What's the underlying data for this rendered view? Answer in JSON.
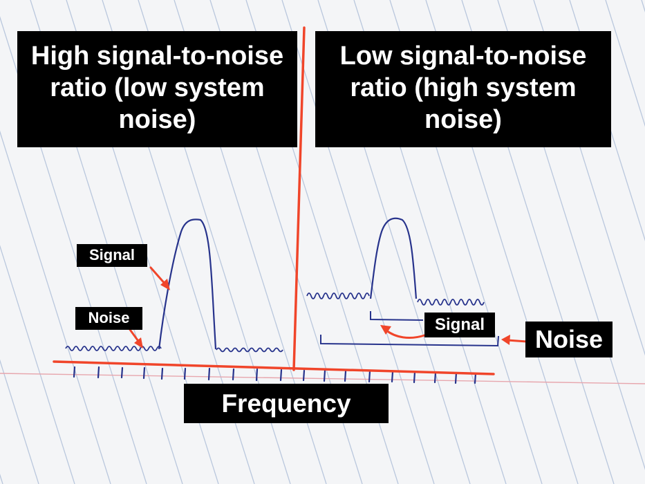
{
  "labels": {
    "left_title": "High signal-to-noise ratio (low system noise)",
    "right_title": "Low signal-to-noise ratio (high system noise)",
    "left_signal": "Signal",
    "left_noise": "Noise",
    "right_signal": "Signal",
    "right_noise": "Noise",
    "x_axis": "Frequency"
  },
  "colors": {
    "paper": "#f4f5f7",
    "rule_lines": "#b9c7dd",
    "margin_line": "#e7a6ad",
    "ink": "#27338c",
    "marker": "#f0452a",
    "label_bg": "#000000",
    "label_text": "#ffffff"
  }
}
